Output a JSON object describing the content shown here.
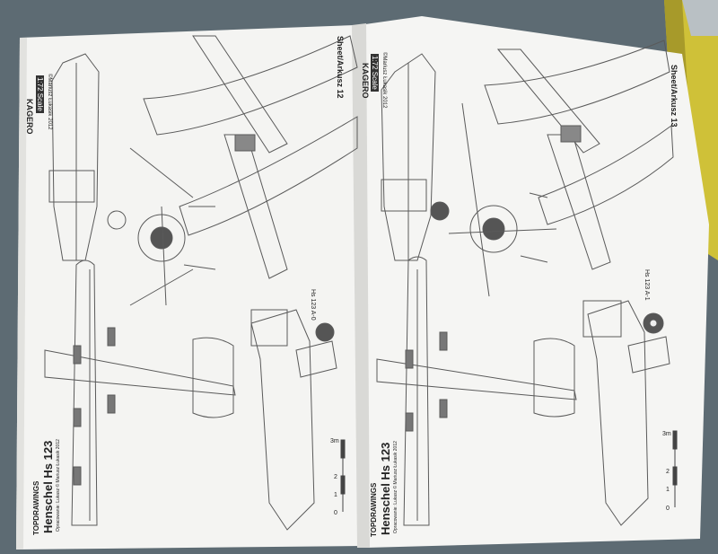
{
  "left_sheet": {
    "brand": "KAGERO",
    "scale": "1:72 Scale",
    "copyright": "©Mariusz Łukasik 2012",
    "sheet_label": "Sheet/Arkusz 12",
    "variant": "Hs 123 A-0",
    "series_title": "TOPDRAWINGS",
    "title": "Henschel Hs 123",
    "credits": "Opracowanie: Lukasz © Mariusz Łukasik 2012",
    "scale_bar": {
      "labels": [
        "0",
        "1",
        "2",
        "3m"
      ]
    }
  },
  "right_sheet": {
    "brand": "KAGERO",
    "scale": "1:72 Scale",
    "copyright": "©Mariusz Łukasik 2012",
    "sheet_label": "Sheet/Arkusz 13",
    "variant": "Hs 123 A-1",
    "series_title": "TOPDRAWINGS",
    "title": "Henschel Hs 123",
    "credits": "Opracowanie: Lukasz © Mariusz Łukasik 2012",
    "scale_bar": {
      "labels": [
        "0",
        "1",
        "2",
        "3m"
      ]
    }
  },
  "colors": {
    "background": "#5c6a72",
    "paper": "#f4f4f2",
    "line_art": "#5a5a5a",
    "box_yellow": "#d8c93a"
  }
}
